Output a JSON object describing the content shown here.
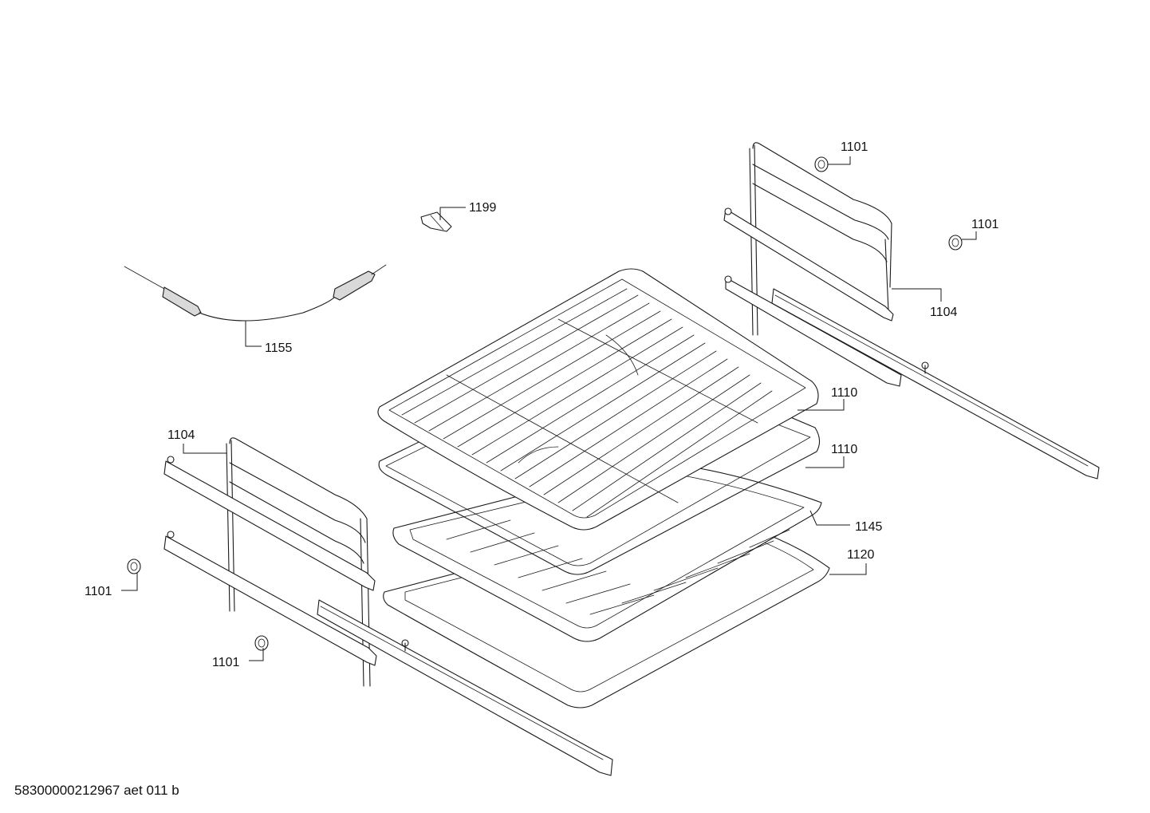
{
  "callouts": {
    "c1101_top": "1101",
    "c1101_right": "1101",
    "c1199": "1199",
    "c1104_right": "1104",
    "c1155": "1155",
    "c1110_upper": "1110",
    "c1110_lower": "1110",
    "c1104_left": "1104",
    "c1145": "1145",
    "c1120": "1120",
    "c1101_left": "1101",
    "c1101_bottom": "1101"
  },
  "footer": {
    "document_id": "58300000212967 aet 011 b"
  }
}
